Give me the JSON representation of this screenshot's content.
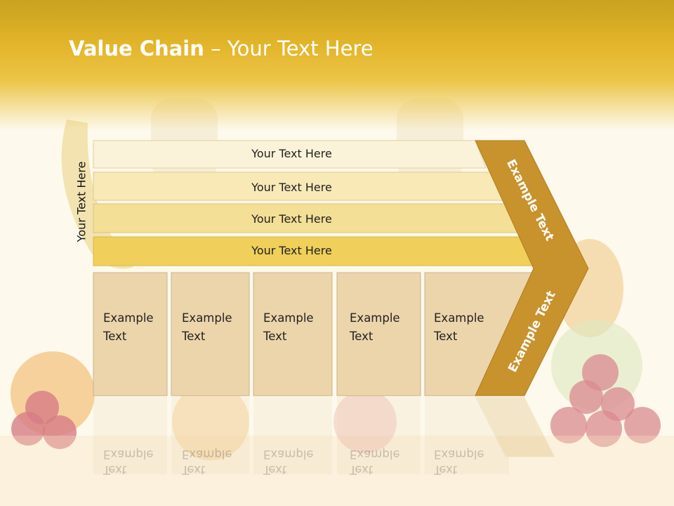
{
  "title": {
    "bold": "Value Chain",
    "rest": " – Your Text Here"
  },
  "side_label": "Your Text Here",
  "rows": [
    {
      "label": "Your Text Here",
      "color": "#faf3d9"
    },
    {
      "label": "Your Text Here",
      "color": "#f8e9b7"
    },
    {
      "label": "Your Text Here",
      "color": "#f4df96"
    },
    {
      "label": "Your Text Here",
      "color": "#f0cf5a"
    }
  ],
  "boxes": [
    {
      "line1": "Example",
      "line2": "Text"
    },
    {
      "line1": "Example",
      "line2": "Text"
    },
    {
      "line1": "Example",
      "line2": "Text"
    },
    {
      "line1": "Example",
      "line2": "Text"
    },
    {
      "line1": "Example",
      "line2": "Text"
    }
  ],
  "chevron": {
    "upper": "Example Text",
    "lower": "Example Text"
  },
  "colors": {
    "header": "#e3b52a",
    "chevron": "#c8922c",
    "box": "#ecd5ab"
  }
}
